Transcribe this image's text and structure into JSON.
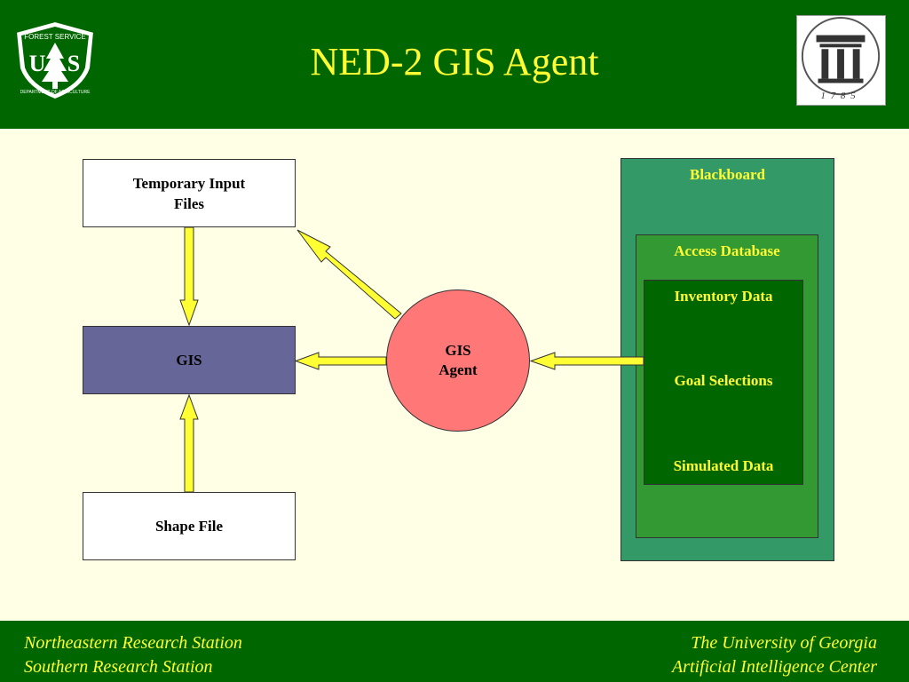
{
  "header": {
    "title": "NED-2 GIS Agent",
    "logo_left_text": [
      "FOREST SERVICE",
      "U",
      "S",
      "DEPARTMENT OF AGRICULTURE"
    ],
    "logo_right_text": "1785"
  },
  "diagram": {
    "temporary_input": [
      "Temporary Input",
      "Files"
    ],
    "gis": "GIS",
    "shape_file": "Shape File",
    "agent": [
      "GIS",
      "Agent"
    ],
    "blackboard": {
      "title": "Blackboard",
      "access_database": "Access Database",
      "items": [
        "Inventory Data",
        "Goal Selections",
        "Simulated Data"
      ]
    }
  },
  "footer": {
    "left": [
      "Northeastern Research Station",
      "Southern Research Station"
    ],
    "right": [
      "The University of Georgia",
      "Artificial Intelligence Center"
    ]
  },
  "colors": {
    "header_green": "#006600",
    "title_yellow": "#ffff33",
    "background": "#ffffe6",
    "gis_box": "#666699",
    "agent_circle": "#ff7777",
    "blackboard": "#339966",
    "arrow_fill": "#ffff33"
  }
}
